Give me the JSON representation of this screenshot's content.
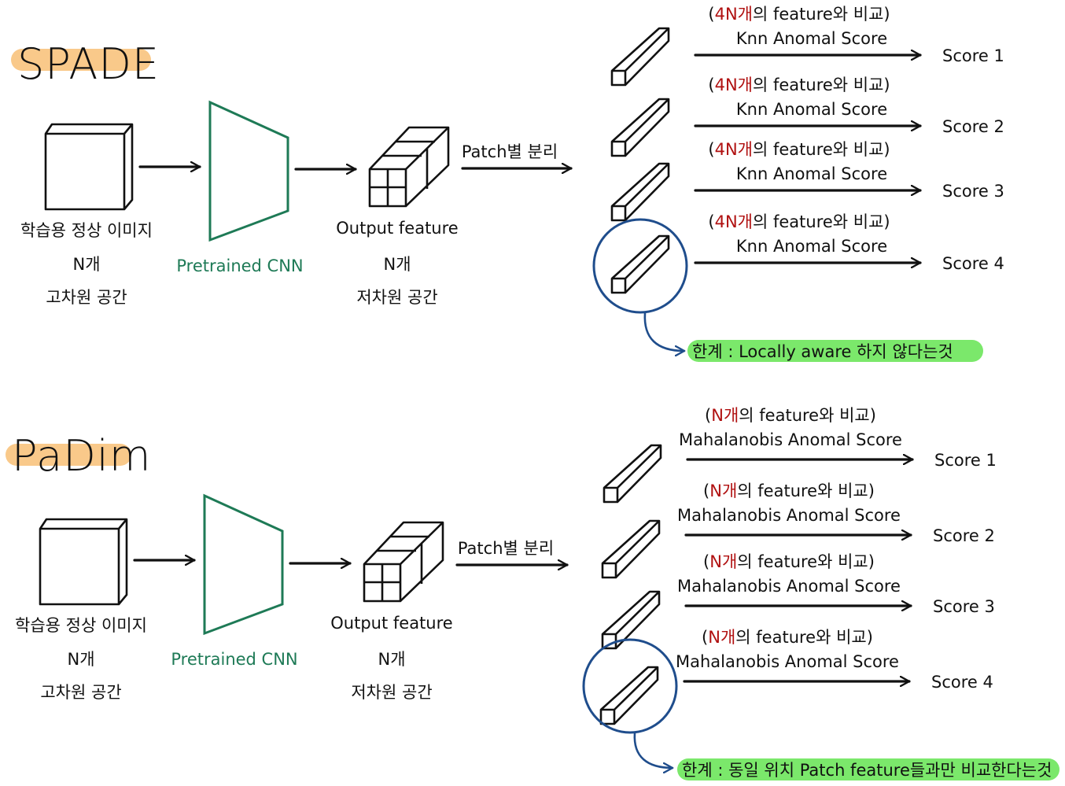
{
  "sections": [
    {
      "title": "SPADE",
      "input": {
        "line1": "학습용 정상 이미지",
        "line2": "N개",
        "line3": "고차원 공간"
      },
      "cnn": "Pretrained CNN",
      "output": {
        "line1": "Output feature",
        "line2": "N개",
        "line3": "저차원 공간"
      },
      "split": "Patch별 분리",
      "rows": [
        {
          "count": "4N개",
          "compare": "의 feature와 비교",
          "method": "Knn Anomal Score",
          "score": "Score 1"
        },
        {
          "count": "4N개",
          "compare": "의 feature와 비교",
          "method": "Knn Anomal Score",
          "score": "Score 2"
        },
        {
          "count": "4N개",
          "compare": "의 feature와 비교",
          "method": "Knn Anomal Score",
          "score": "Score 3"
        },
        {
          "count": "4N개",
          "compare": "의 feature와 비교",
          "method": "Knn Anomal Score",
          "score": "Score 4"
        }
      ],
      "limit": "한계 : Locally aware 하지 않다는것"
    },
    {
      "title": "PaDim",
      "input": {
        "line1": "학습용 정상 이미지",
        "line2": "N개",
        "line3": "고차원 공간"
      },
      "cnn": "Pretrained CNN",
      "output": {
        "line1": "Output feature",
        "line2": "N개",
        "line3": "저차원 공간"
      },
      "split": "Patch별 분리",
      "rows": [
        {
          "count": "N개",
          "compare": "의 feature와 비교",
          "method": "Mahalanobis Anomal Score",
          "score": "Score 1"
        },
        {
          "count": "N개",
          "compare": "의 feature와 비교",
          "method": "Mahalanobis Anomal Score",
          "score": "Score 2"
        },
        {
          "count": "N개",
          "compare": "의 feature와 비교",
          "method": "Mahalanobis Anomal Score",
          "score": "Score 3"
        },
        {
          "count": "N개",
          "compare": "의 feature와 비교",
          "method": "Mahalanobis Anomal Score",
          "score": "Score 4"
        }
      ],
      "limit": "한계 : 동일 위치 Patch feature들과만 비교한다는것"
    }
  ],
  "colors": {
    "title_highlight": "#f9c98a",
    "limit_highlight": "#7be86b",
    "cnn": "#1e7a56",
    "count": "#b01010",
    "circle": "#1f4d8c",
    "ink": "#111111"
  }
}
